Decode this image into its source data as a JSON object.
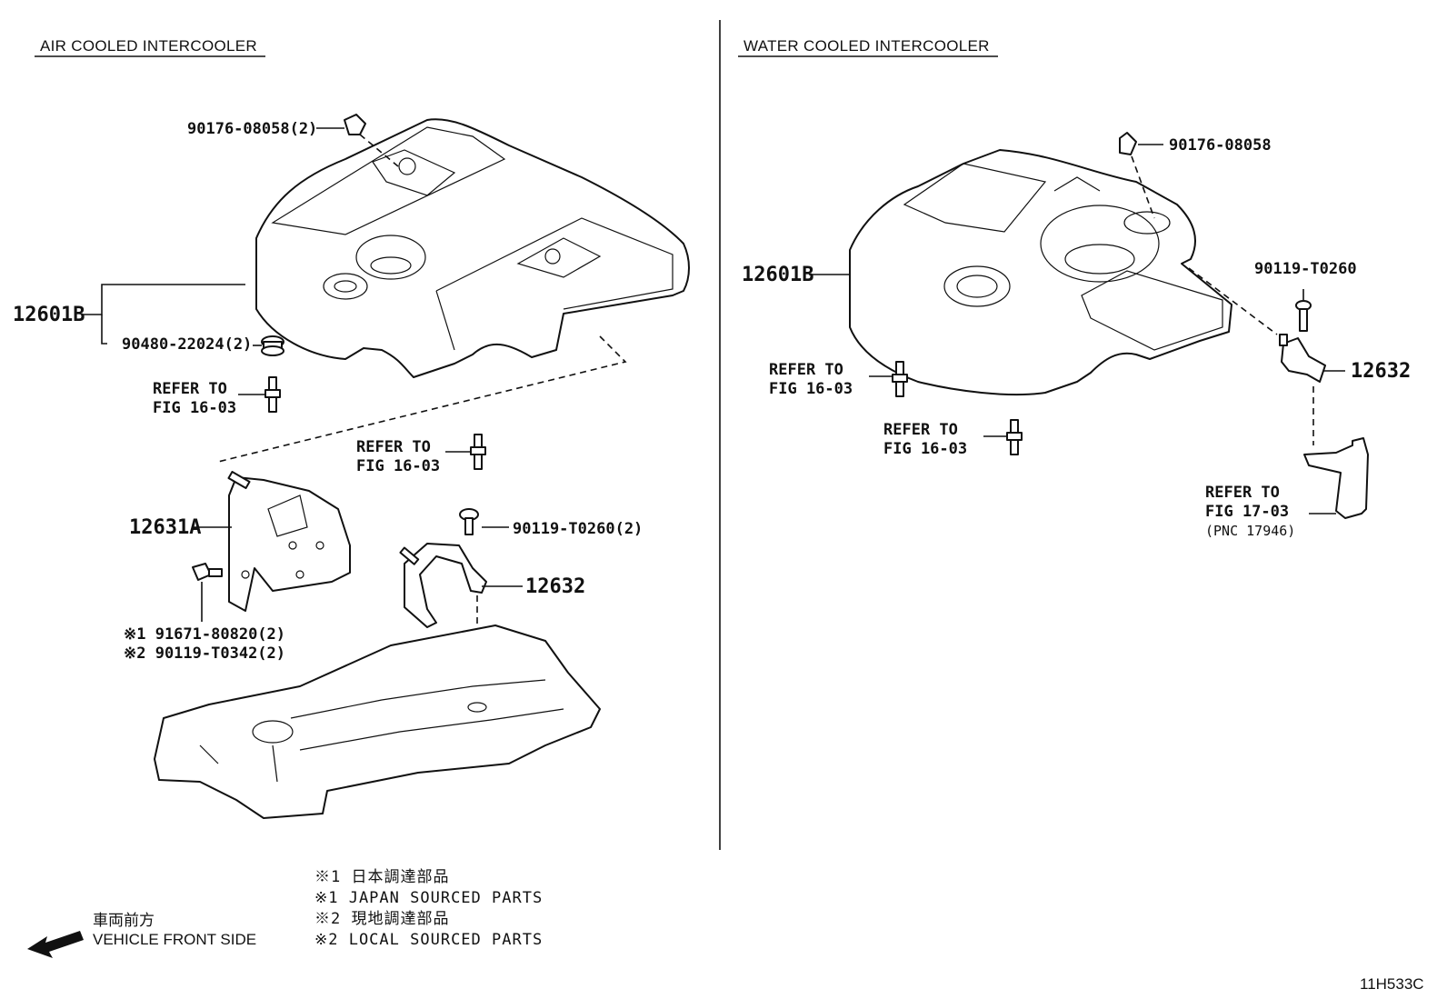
{
  "sections": {
    "left_title": "AIR COOLED INTERCOOLER",
    "right_title": "WATER COOLED INTERCOOLER"
  },
  "left": {
    "cover_clip": "90176-08058(2)",
    "engine_cover": "12601B",
    "cushion": "90480-22024(2)",
    "refer_a_line1": "REFER TO",
    "refer_a_line2": "FIG 16-03",
    "refer_b_line1": "REFER TO",
    "refer_b_line2": "FIG 16-03",
    "bracket": "12631A",
    "bolt": "90119-T0260(2)",
    "stay": "12632",
    "note_bolt_1": "※1 91671-80820(2)",
    "note_bolt_2": "※2 90119-T0342(2)"
  },
  "right": {
    "cover_clip": "90176-08058",
    "engine_cover": "12601B",
    "bolt": "90119-T0260",
    "stay": "12632",
    "refer_a_line1": "REFER TO",
    "refer_a_line2": "FIG 16-03",
    "refer_b_line1": "REFER TO",
    "refer_b_line2": "FIG 16-03",
    "refer_c_line1": "REFER TO",
    "refer_c_line2": "FIG 17-03",
    "refer_c_line3": "(PNC 17946)"
  },
  "notes": {
    "n1_jp": "※1 日本調達部品",
    "n1_en": "※1 JAPAN SOURCED PARTS",
    "n2_jp": "※2 現地調達部品",
    "n2_en": "※2 LOCAL SOURCED PARTS"
  },
  "direction": {
    "jp": "車両前方",
    "en": "VEHICLE FRONT SIDE",
    "icon": "arrow-left-icon"
  },
  "figure_code": "11H533C"
}
